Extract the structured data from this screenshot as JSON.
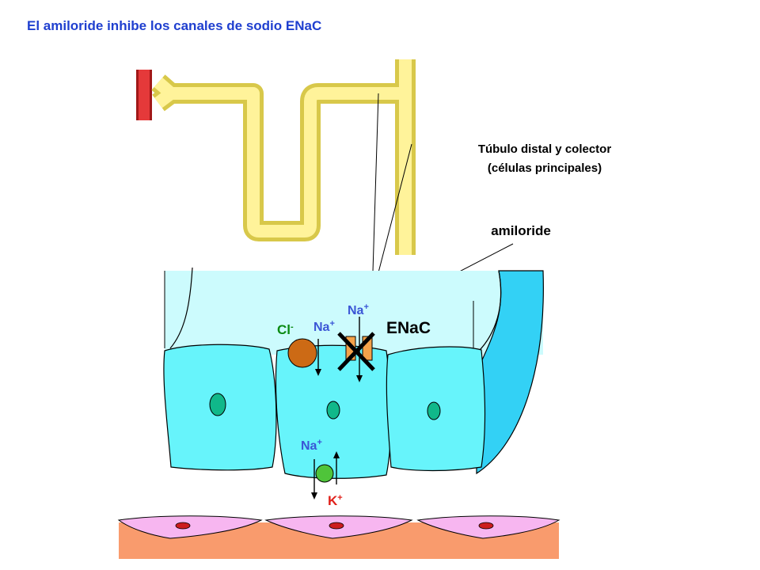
{
  "title": "El amiloride inhibe los canales de sodio ENaC",
  "tubule_label": {
    "line1": "Túbulo distal y colector",
    "line2": "(células principales)"
  },
  "drug_label": "amiloride",
  "channel_label": "ENaC",
  "ions": {
    "na_top": {
      "symbol": "Na",
      "charge": "+"
    },
    "na_mid": {
      "symbol": "Na",
      "charge": "+"
    },
    "cl": {
      "symbol": "Cl",
      "charge": "-"
    },
    "na_basal": {
      "symbol": "Na",
      "charge": "+"
    },
    "k_basal": {
      "symbol": "K",
      "charge": "+"
    }
  },
  "colors": {
    "title": "#1f3fcf",
    "ion_na": "#3b56d6",
    "ion_cl": "#0a8a12",
    "ion_k": "#e0201a",
    "tubule_fill": "#fff39a",
    "tubule_stroke": "#d8c84a",
    "lumen": "#ccfbfd",
    "cell": "#67f4fb",
    "cell_dark": "#33d1f5",
    "nucleus": "#10b88a",
    "interstitium": "#f99b6d",
    "capillary_cell": "#f7b6f0",
    "capillary_nucleus": "#cc1d1d",
    "vessel": "#e5393a",
    "cl_channel": "#cc6a15",
    "pump": "#4fc43a",
    "enac": "#f3a24a"
  }
}
